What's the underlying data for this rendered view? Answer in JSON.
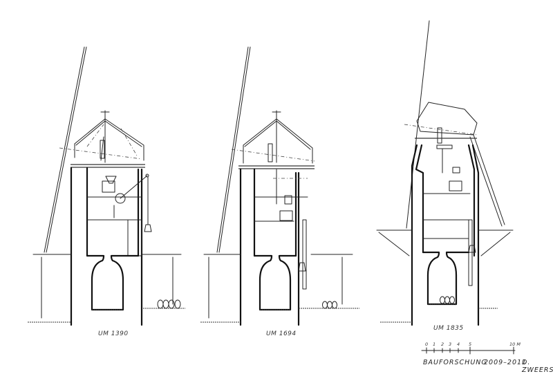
{
  "drawing": {
    "type": "architectural-section",
    "phases": [
      {
        "id": "phase-1390",
        "label": "UM 1390"
      },
      {
        "id": "phase-1694",
        "label": "UM 1694"
      },
      {
        "id": "phase-1835",
        "label": "UM 1835"
      }
    ],
    "scale_bar": {
      "ticks": [
        "0",
        "1",
        "2",
        "3",
        "4",
        "5"
      ],
      "end_label": "10 M"
    },
    "caption": {
      "project": "BAUFORSCHUNG",
      "years": "2009–2011",
      "author": "D. ZWEERS"
    },
    "colors": {
      "ink": "#111111",
      "paper": "#ffffff"
    }
  }
}
